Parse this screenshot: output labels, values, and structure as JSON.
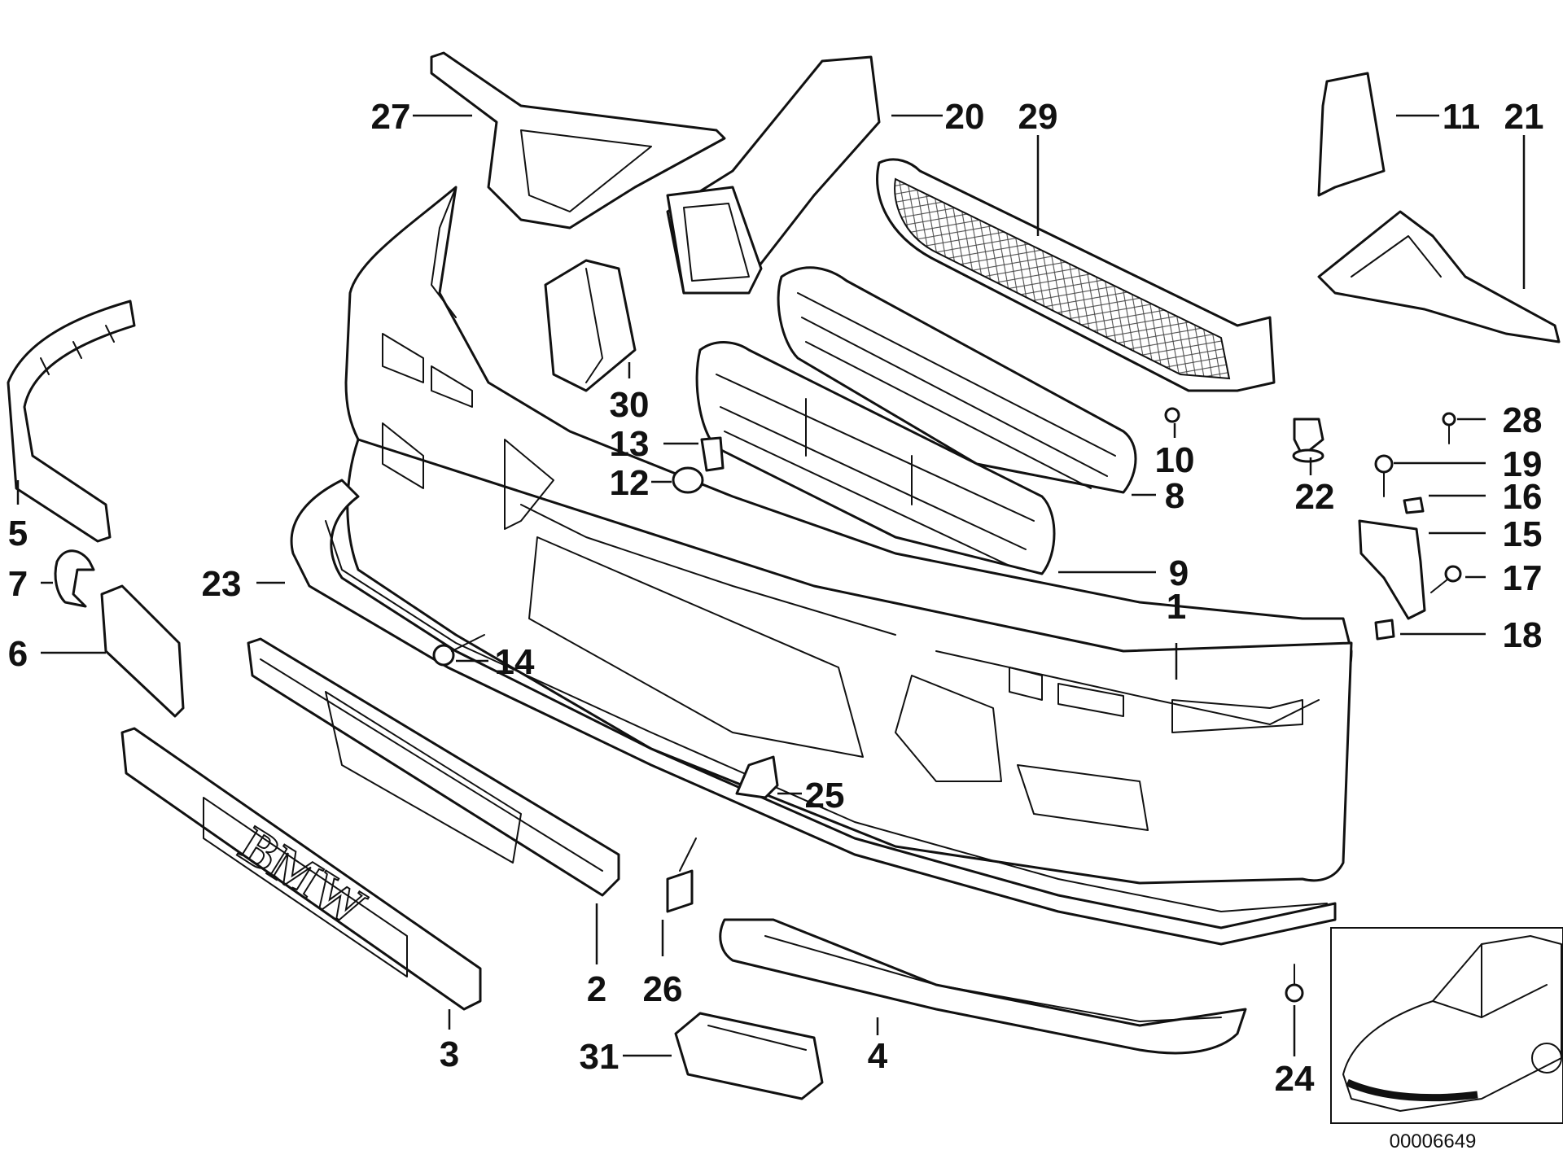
{
  "diagram": {
    "callouts": [
      "1",
      "2",
      "3",
      "4",
      "5",
      "6",
      "7",
      "8",
      "9",
      "10",
      "11",
      "12",
      "13",
      "14",
      "15",
      "16",
      "17",
      "18",
      "19",
      "20",
      "21",
      "22",
      "23",
      "24",
      "25",
      "26",
      "27",
      "28",
      "29",
      "30",
      "31"
    ],
    "emblem_text": "BMW",
    "figure_number": "00006649"
  }
}
